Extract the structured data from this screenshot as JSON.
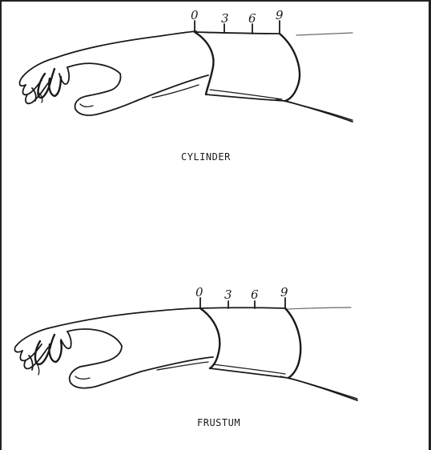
{
  "figures": [
    {
      "shape": "cylinder",
      "caption": "CYLINDER",
      "tick_labels": [
        "0",
        "3",
        "6",
        "9"
      ]
    },
    {
      "shape": "frustum",
      "caption": "FRUSTUM",
      "tick_labels": [
        "0",
        "3",
        "6",
        "9"
      ]
    }
  ]
}
